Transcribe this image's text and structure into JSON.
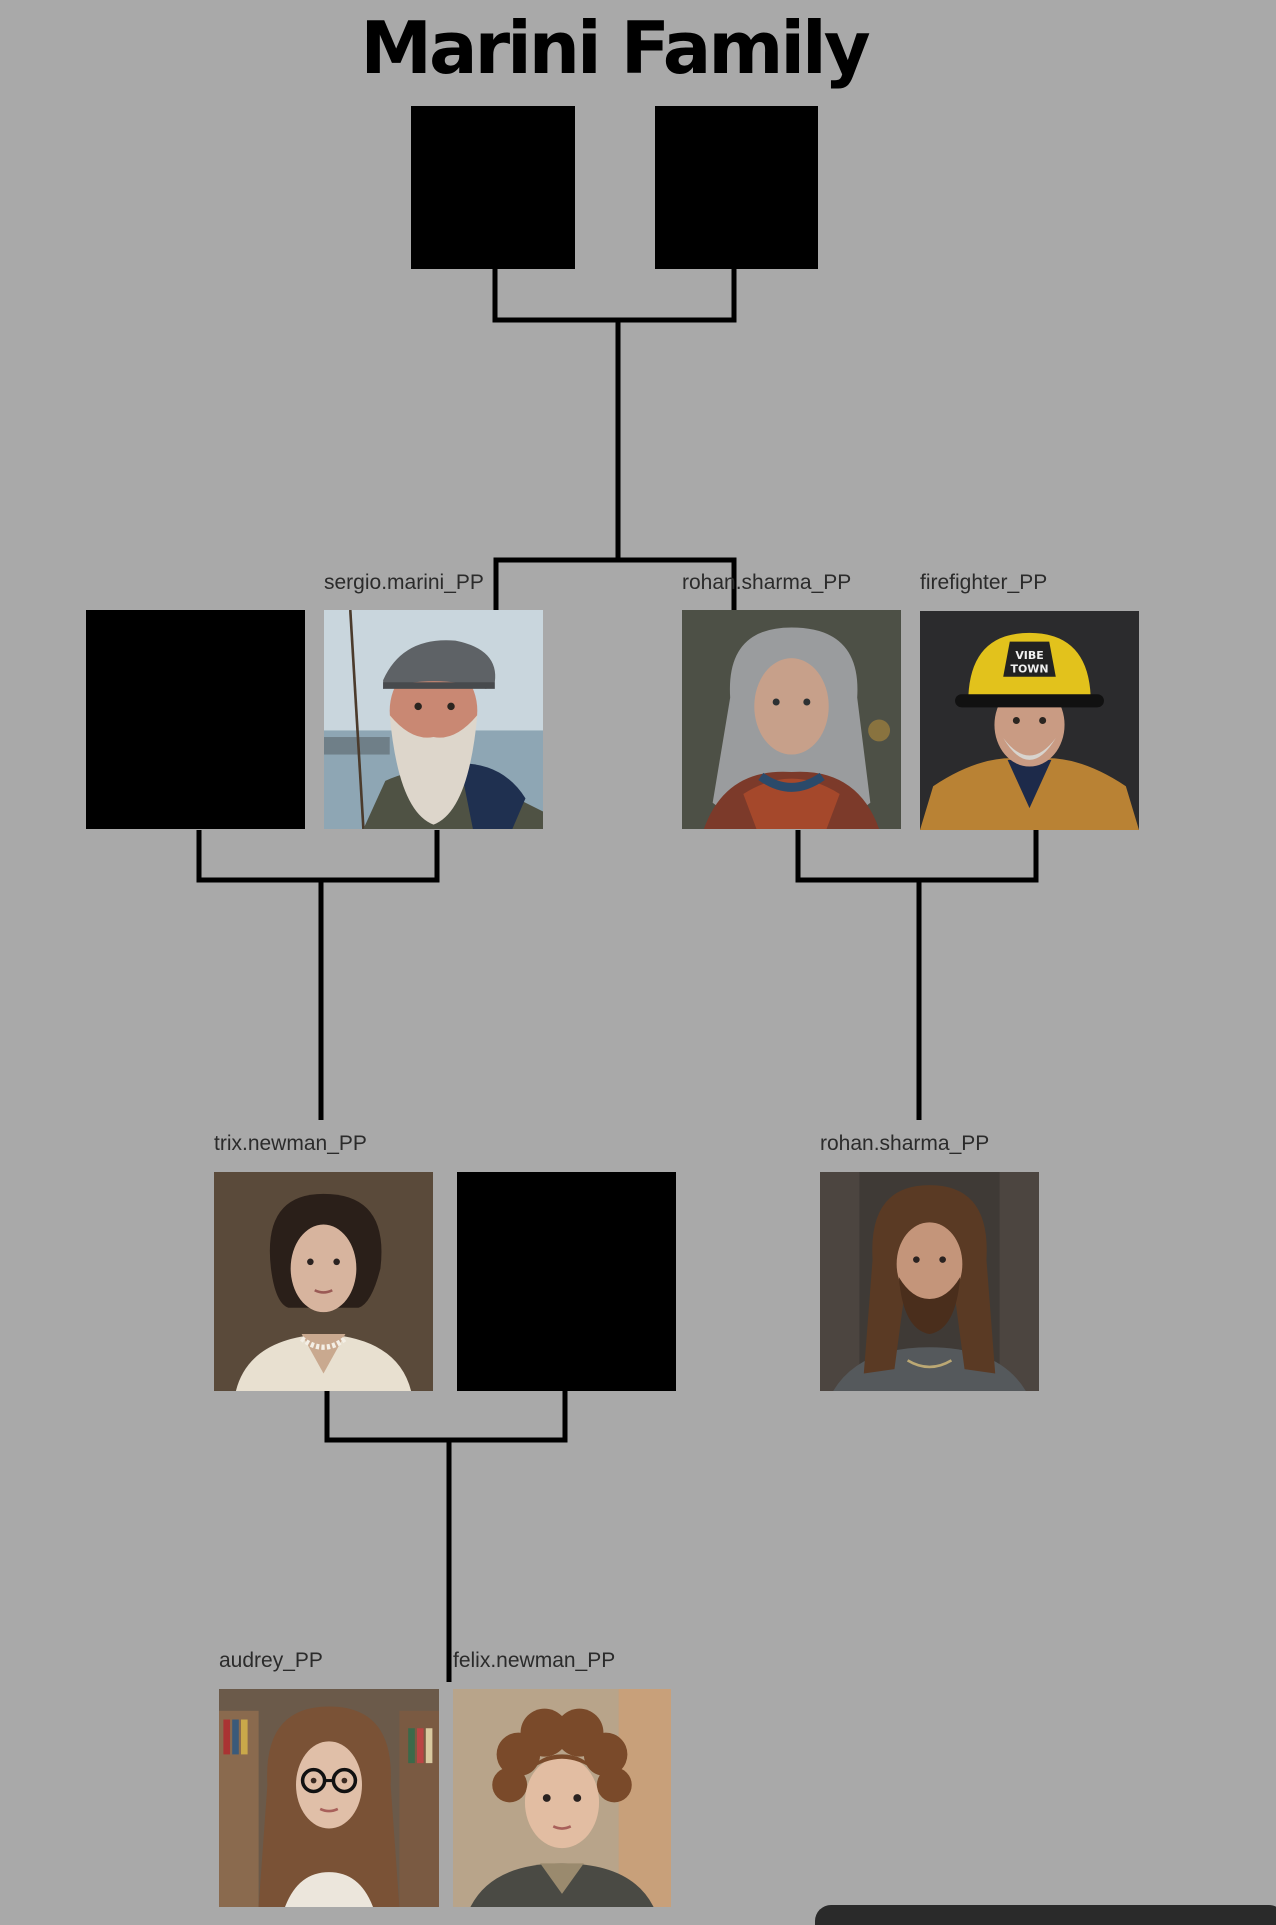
{
  "title": "Marini Family",
  "members": {
    "sergio": {
      "label": "sergio.marini_PP",
      "icon": "old-man-flat-cap-beard-portrait"
    },
    "rohan_g1": {
      "label": "rohan.sharma_PP",
      "icon": "grey-haired-woman-scarf-portrait"
    },
    "firefighter": {
      "label": "firefighter_PP",
      "icon": "firefighter-yellow-helmet-portrait",
      "helmet_text": "VIBE TOWN"
    },
    "trix": {
      "label": "trix.newman_PP",
      "icon": "dark-haired-woman-pearls-portrait"
    },
    "rohan_g2": {
      "label": "rohan.sharma_PP",
      "icon": "long-haired-bearded-man-portrait"
    },
    "audrey": {
      "label": "audrey_PP",
      "icon": "woman-glasses-library-portrait"
    },
    "felix": {
      "label": "felix.newman_PP",
      "icon": "curly-haired-boy-portrait"
    }
  },
  "colors": {
    "background": "#a9a9a9",
    "line": "#000000",
    "empty_slot": "#000000",
    "label_text": "#2b2b2b"
  }
}
